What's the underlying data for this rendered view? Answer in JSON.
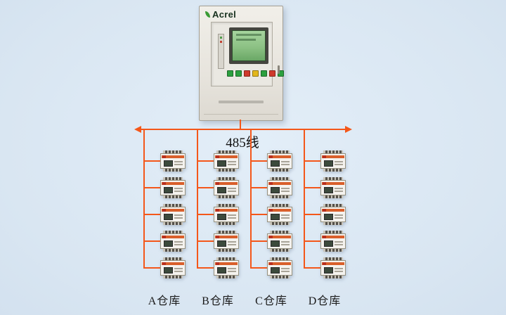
{
  "diagram": {
    "background_color": "#dce8f4",
    "bus": {
      "label": "485线",
      "color": "#f4571a"
    },
    "cabinet": {
      "brand": "Acrel",
      "screen_color": "#8cc184",
      "button_colors": [
        "#2ba03f",
        "#2ba03f",
        "#cf3a2c",
        "#e3b71c",
        "#2ba03f",
        "#cf3a2c",
        "#2ba03f"
      ]
    },
    "device": {
      "stripe_color": "#d95f2b",
      "rows_per_column": 5
    },
    "columns": [
      {
        "id": "A",
        "label": "A仓库",
        "device_count": 5
      },
      {
        "id": "B",
        "label": "B仓库",
        "device_count": 5
      },
      {
        "id": "C",
        "label": "C仓库",
        "device_count": 5
      },
      {
        "id": "D",
        "label": "D仓库",
        "device_count": 5
      }
    ]
  }
}
